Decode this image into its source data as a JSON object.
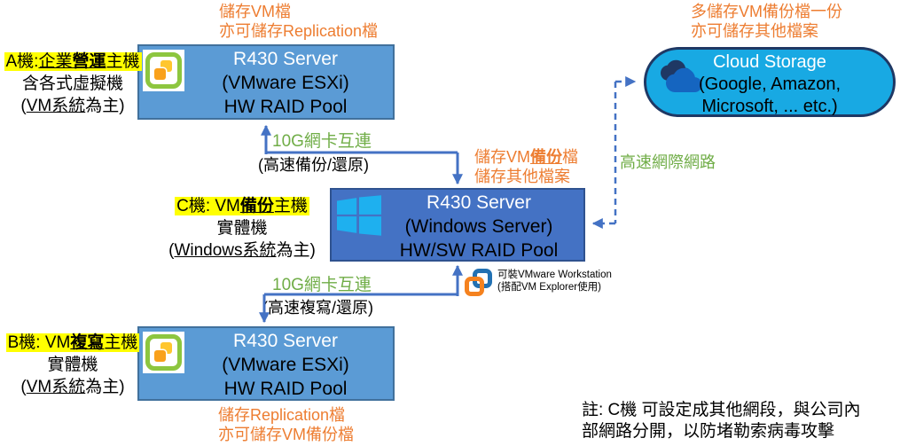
{
  "colors": {
    "server_ab_fill": "#5B9BD5",
    "server_c_fill": "#4472C4",
    "cloud_fill": "#18A9E3",
    "connector_blue": "#4472C4",
    "caption_orange": "#ED7D31",
    "caption_green": "#70AD47",
    "highlight_yellow": "#FFFF00",
    "windows_logo_blue": "#1EB0EF",
    "esxi_green": "#8DC63F"
  },
  "nodes": {
    "server_a": {
      "l1": "R430 Server",
      "l2": "(VMware ESXi)",
      "l3": "HW RAID Pool"
    },
    "server_c": {
      "l1": "R430 Server",
      "l2": "(Windows Server)",
      "l3": "HW/SW RAID Pool"
    },
    "server_b": {
      "l1": "R430 Server",
      "l2": "(VMware ESXi)",
      "l3": "HW RAID Pool"
    },
    "cloud": {
      "l1": "Cloud Storage",
      "l2": "(Google, Amazon,",
      "l3": "Microsoft, ... etc.)"
    }
  },
  "labels": {
    "a": {
      "l1p1": "A機:",
      "l1p2": "企業",
      "l1p3": "營運",
      "l1p4": "主機",
      "l2": "含各式虛擬機",
      "l3p1": "(",
      "l3p2": "VM系統",
      "l3p3": "為主)"
    },
    "c": {
      "l1p1": "C機: VM",
      "l1p2": "備份",
      "l1p3": "主機",
      "l2": "實體機",
      "l3p1": "(",
      "l3p2": "Windows系統",
      "l3p3": "為主)"
    },
    "b": {
      "l1p1": "B機: VM",
      "l1p2": "複寫",
      "l1p3": "主機",
      "l2": "實體機",
      "l3p1": "(",
      "l3p2": "VM系統",
      "l3p3": "為主)"
    }
  },
  "captions": {
    "a_top": {
      "l1": "儲存VM檔",
      "l2": "亦可儲存Replication檔"
    },
    "cloud_top": {
      "l1": "多儲存VM備份檔一份",
      "l2": "亦可儲存其他檔案"
    },
    "c_store": {
      "l1p1": "儲存VM",
      "l1p2": "備份",
      "l1p3": "檔",
      "l2": "儲存其他檔案"
    },
    "b_bottom": {
      "l1": "儲存Replication檔",
      "l2": "亦可儲存VM備份檔"
    }
  },
  "links": {
    "a_c": {
      "green": "10G網卡互連",
      "black": "(高速備份/還原)"
    },
    "c_b": {
      "green": "10G網卡互連",
      "black": "(高速複寫/還原)"
    },
    "cloud": {
      "green": "高速網際網路"
    }
  },
  "vmware_ws": {
    "l1": "可裝VMware Workstation",
    "l2": "(搭配VM Explorer使用)"
  },
  "note": {
    "l1": "註: C機 可設定成其他網段，與公司內",
    "l2": "部網路分開，以防堵勒索病毒攻擊"
  }
}
